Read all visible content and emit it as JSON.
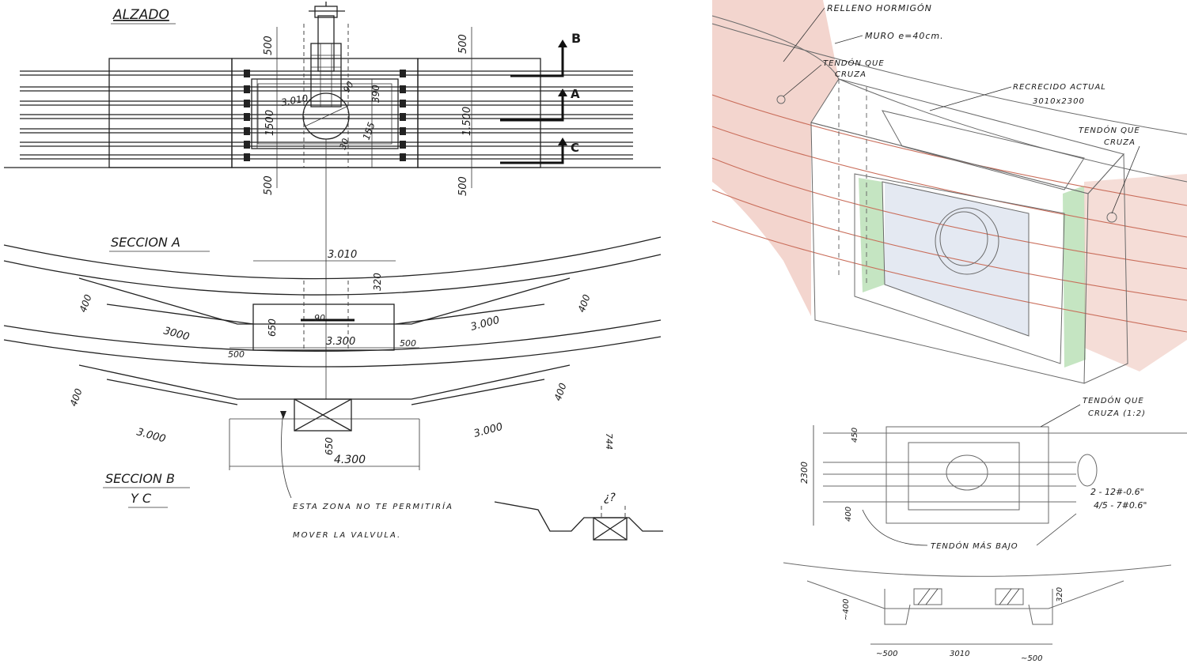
{
  "titles": {
    "alzado": "ALZADO",
    "seccion_a": "SECCION A",
    "seccion_b": "SECCION B",
    "seccion_b_line2": "Y C"
  },
  "section_markers": {
    "b": "B",
    "a": "A",
    "c": "C"
  },
  "alzado_dims": {
    "top_left": "500",
    "top_right": "500",
    "bottom_left": "500",
    "bottom_right": "500",
    "left_height": "1500",
    "right_height": "1.500",
    "width": "3.010",
    "d390": "390",
    "d155": "155",
    "d90": "90",
    "d30": "30"
  },
  "seccion_a_dims": {
    "top_width": "3.010",
    "d320": "320",
    "left_400": "400",
    "right_400": "400",
    "left_3000": "3000",
    "right_3000": "3.000",
    "d650": "650",
    "d90": "90",
    "bottom_width": "3.300",
    "left_500": "500",
    "right_500": "500"
  },
  "seccion_b_dims": {
    "left_400": "400",
    "right_400": "400",
    "left_3000": "3.000",
    "right_3000": "3.000",
    "d650": "650",
    "bottom_width": "4.300",
    "d744": "744"
  },
  "notes": {
    "valve_line1": "ESTA ZONA NO TE PERMITIRÍA",
    "valve_line2": "MOVER LA VALVULA.",
    "question": "¿?"
  },
  "sketch_labels": {
    "relleno": "RELLENO HORMIGÓN",
    "muro": "MURO e=40cm.",
    "tendon_cruza_left_1": "TENDÓN QUE",
    "tendon_cruza_left_2": "CRUZA",
    "recrecido_1": "RECRECIDO ACTUAL",
    "recrecido_2": "3010x2300",
    "tendon_cruza_right_1": "TENDÓN QUE",
    "tendon_cruza_right_2": "CRUZA",
    "tendon_cruza_12_1": "TENDÓN QUE",
    "tendon_cruza_12_2": "CRUZA (1:2)",
    "d2300": "2300",
    "d450": "450",
    "d400": "400",
    "spec1": "2 - 12#-0.6\"",
    "spec2": "4/5 - 7#0.6\"",
    "tendon_bajo": "TENDÓN MÁS BAJO",
    "bottom_left_dim": "~500",
    "bottom_mid_dim": "3010",
    "bottom_right_dim": "~500",
    "side_left_dim": "~400",
    "side_right_dim": "320"
  },
  "colors": {
    "ink": "#1a1a1a",
    "pencil": "#6a6a6a",
    "red_wash": "#e9b3a6",
    "green_wash": "#9fd39a",
    "blue_wash": "#c9d3e6"
  }
}
